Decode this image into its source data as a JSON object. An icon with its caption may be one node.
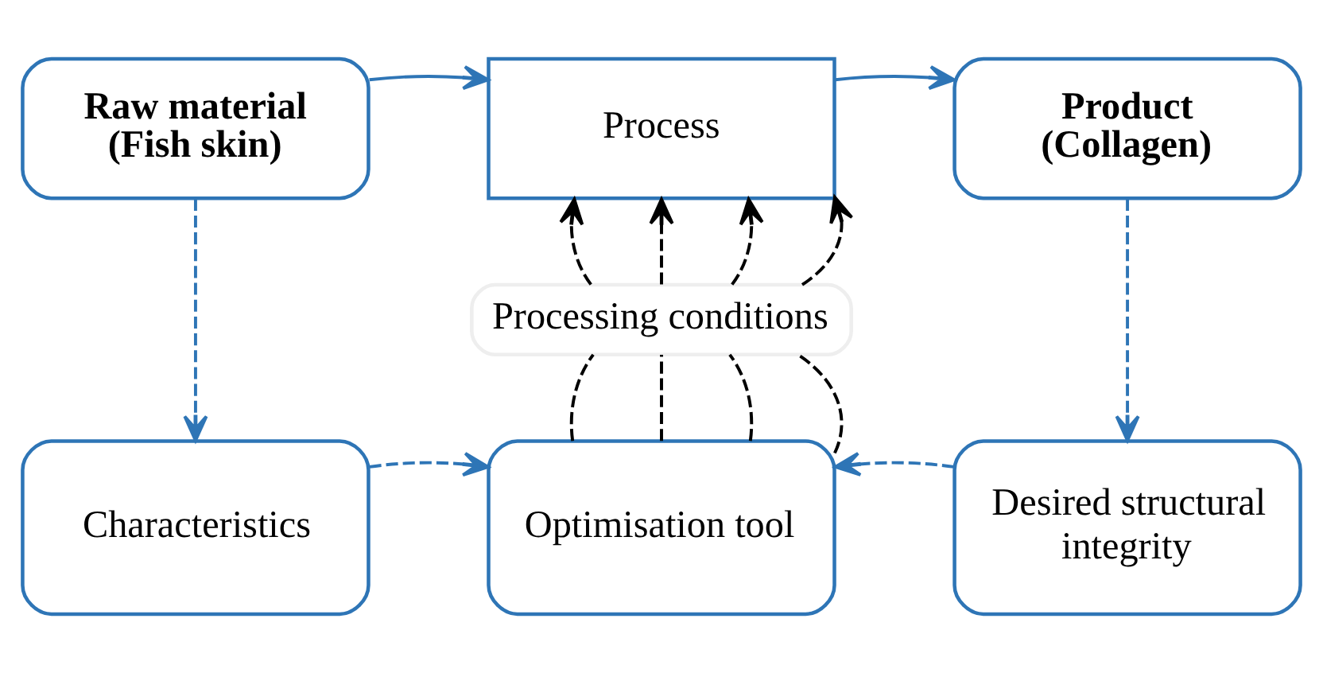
{
  "diagram": {
    "nodes": [
      {
        "text": [
          "Raw material (Fish skin)"
        ]
      },
      {
        "text": [
          "Process"
        ]
      },
      {
        "text": [
          "Product (Collagen)"
        ]
      },
      {
        "text": [
          "Processing conditions"
        ]
      },
      {
        "text": [
          "Characteristics"
        ]
      },
      {
        "text": [
          "Optimisation tool"
        ]
      },
      {
        "text": [
          "Desired structural integrity"
        ]
      }
    ],
    "edges": [
      {
        "from": 0,
        "to": 1,
        "arrow": "to",
        "color": "#2e75b6"
      },
      {
        "from": 1,
        "to": 2,
        "arrow": "to",
        "color": "#2e75b6"
      },
      {
        "from": 0,
        "to": 4,
        "arrow": "to",
        "style": "dashed",
        "color": "#2e75b6"
      },
      {
        "from": 2,
        "to": 6,
        "arrow": "to",
        "style": "dashed",
        "color": "#2e75b6"
      },
      {
        "from": 4,
        "to": 5,
        "arrow": "to",
        "style": "dashed",
        "color": "#2e75b6"
      },
      {
        "from": 6,
        "to": 5,
        "arrow": "to",
        "style": "dashed",
        "color": "#2e75b6"
      },
      {
        "from": 5,
        "to": 3,
        "arrow": "none",
        "style": "dashed"
      },
      {
        "from": 5,
        "to": 3,
        "arrow": "none",
        "style": "dashed"
      },
      {
        "from": 5,
        "to": 3,
        "arrow": "none",
        "style": "dashed"
      },
      {
        "from": 5,
        "to": 3,
        "arrow": "none",
        "style": "dashed"
      },
      {
        "from": 3,
        "to": 1,
        "arrow": "to",
        "style": "dashed"
      },
      {
        "from": 3,
        "to": 1,
        "arrow": "to",
        "style": "dashed"
      },
      {
        "from": 3,
        "to": 1,
        "arrow": "to",
        "style": "dashed"
      },
      {
        "from": 3,
        "to": 1,
        "arrow": "to",
        "style": "dashed"
      }
    ]
  }
}
